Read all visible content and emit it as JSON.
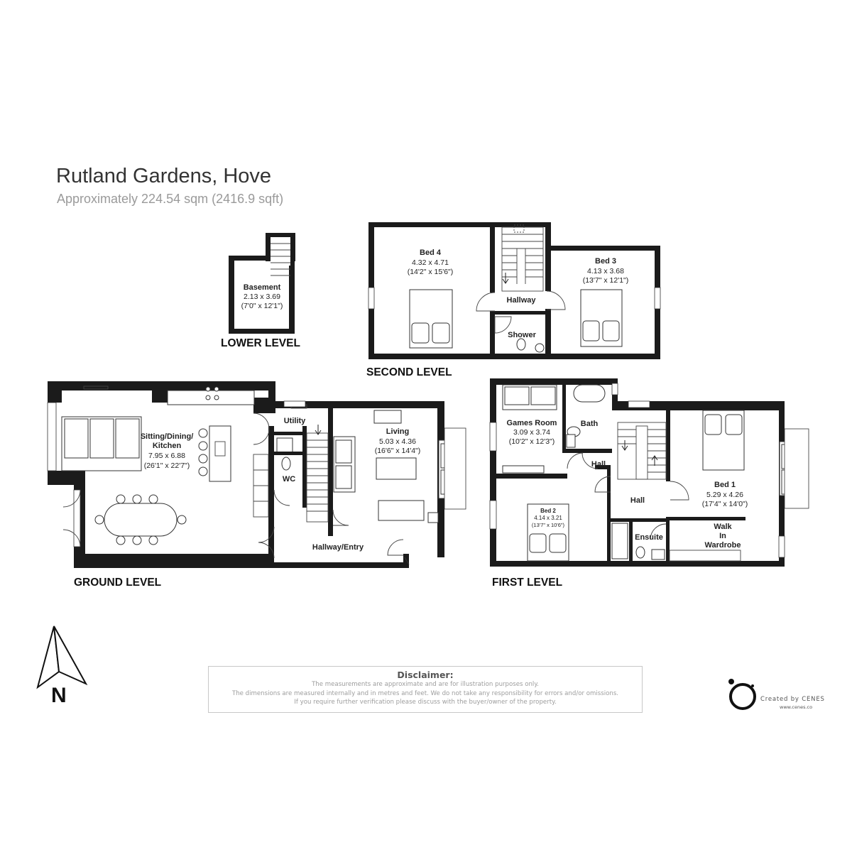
{
  "header": {
    "title": "Rutland Gardens, Hove",
    "subtitle": "Approximately 224.54 sqm (2416.9 sqft)"
  },
  "levels": {
    "lower": "LOWER LEVEL",
    "second": "SECOND LEVEL",
    "ground": "GROUND LEVEL",
    "first": "FIRST LEVEL"
  },
  "rooms": {
    "basement": {
      "name": "Basement",
      "metric": "2.13 x 3.69",
      "imperial": "(7'0\" x 12'1\")"
    },
    "bed4": {
      "name": "Bed 4",
      "metric": "4.32 x 4.71",
      "imperial": "(14'2\" x 15'6\")"
    },
    "bed3": {
      "name": "Bed 3",
      "metric": "4.13 x 3.68",
      "imperial": "(13'7\" x 12'1\")"
    },
    "hallway_second": {
      "name": "Hallway"
    },
    "shower": {
      "name": "Shower"
    },
    "sitting": {
      "name1": "Sitting/Dining/",
      "name2": "Kitchen",
      "metric": "7.95 x 6.88",
      "imperial": "(26'1\" x 22'7\")"
    },
    "utility": {
      "name": "Utility"
    },
    "wc": {
      "name": "WC"
    },
    "living": {
      "name": "Living",
      "metric": "5.03 x 4.36",
      "imperial": "(16'6\" x 14'4\")"
    },
    "hallway_entry": {
      "name": "Hallway/Entry"
    },
    "games": {
      "name": "Games Room",
      "metric": "3.09 x 3.74",
      "imperial": "(10'2\" x 12'3\")"
    },
    "bath": {
      "name": "Bath"
    },
    "hall_a": {
      "name": "Hall"
    },
    "hall_b": {
      "name": "Hall"
    },
    "bed2": {
      "name": "Bed 2",
      "metric": "4.14 x 3.21",
      "imperial": "(13'7\" x 10'6\")"
    },
    "bed1": {
      "name": "Bed 1",
      "metric": "5.29 x 4.26",
      "imperial": "(17'4\" x 14'0\")"
    },
    "ensuite": {
      "name": "Ensuite"
    },
    "wardrobe": {
      "line1": "Walk",
      "line2": "In",
      "line3": "Wardrobe"
    }
  },
  "disclaimer": {
    "heading": "Disclaimer:",
    "line1": "The measurements are approximate and are for illustration purposes only.",
    "line2": "The dimensions are measured internally and in metres and feet. We do not take any responsibility for errors and/or omissions.",
    "line3": "If you require further verification please discuss with the buyer/owner of the property."
  },
  "compass": {
    "letter": "N"
  },
  "credit": {
    "text": "Created by CENES",
    "url": "www.cenes.co"
  },
  "colors": {
    "wall": "#1b1b1b",
    "subtitle": "#9a9a9a",
    "disclaimer_text": "#9d9d9d"
  },
  "icons": [
    "north-arrow-icon",
    "cenes-logo-icon"
  ]
}
